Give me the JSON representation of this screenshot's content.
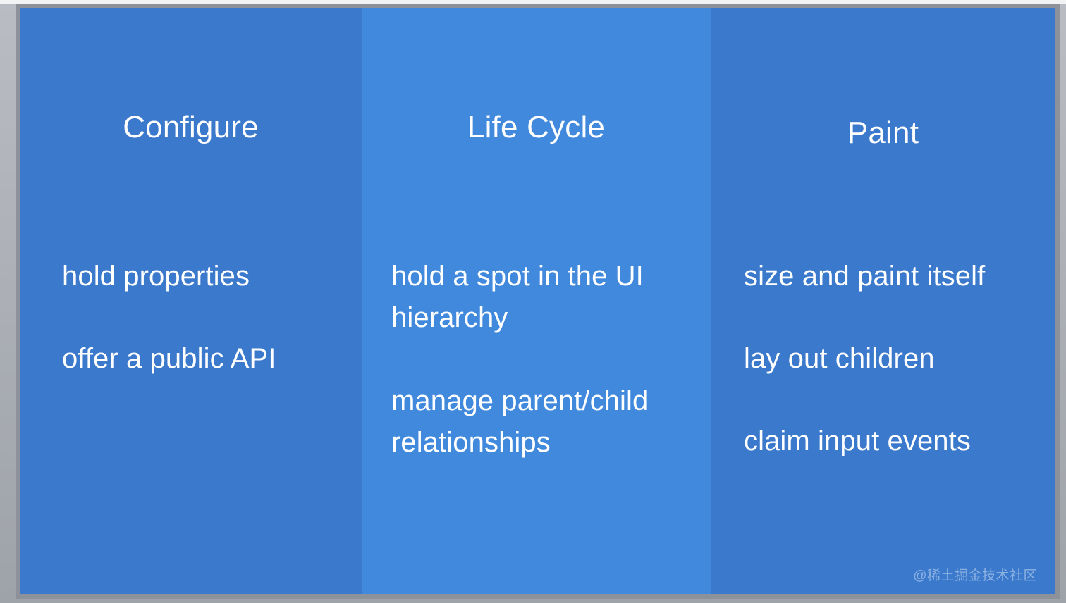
{
  "slide": {
    "background_left": "#3a79cc",
    "background_middle": "#4189dc",
    "background_right": "#3a79cc",
    "text_color": "#ffffff",
    "columns": [
      {
        "id": "configure",
        "heading": "Configure",
        "items": [
          "hold properties",
          "offer a public API"
        ]
      },
      {
        "id": "life-cycle",
        "heading": "Life Cycle",
        "items": [
          "hold a spot in the UI hierarchy",
          "manage parent/child relationships"
        ]
      },
      {
        "id": "paint",
        "heading": "Paint",
        "items": [
          "size and paint itself",
          "lay out children",
          "claim input events"
        ]
      }
    ]
  },
  "watermark": {
    "text": "@稀土掘金技术社区"
  }
}
